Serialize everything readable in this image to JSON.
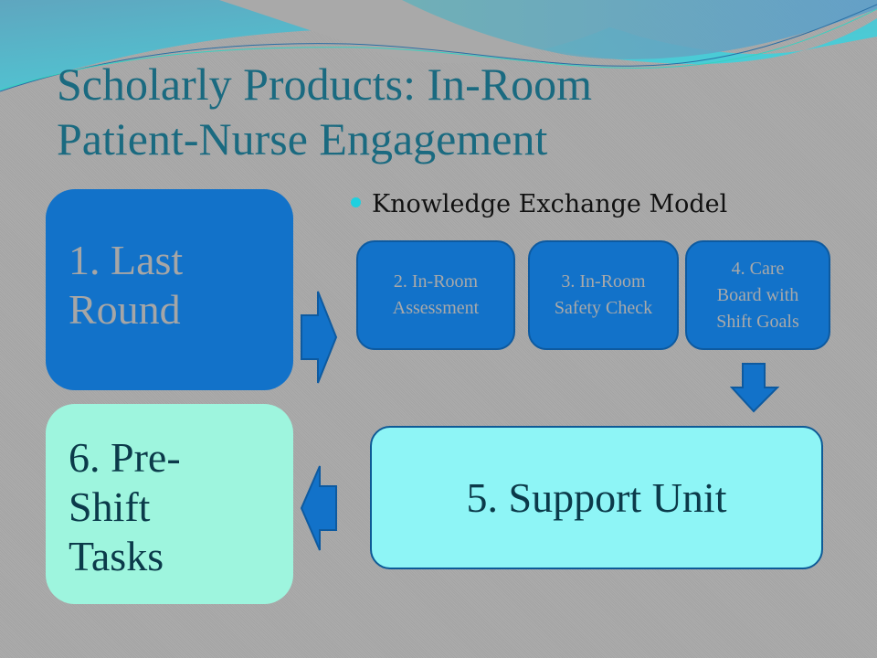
{
  "slide": {
    "title_lines": [
      "Scholarly Products: In-Room",
      "Patient-Nurse Engagement"
    ],
    "bullet": "Knowledge Exchange Model",
    "colors": {
      "background": "#a9a9a9",
      "title": "#1a6a80",
      "primary_box": "#1272c9",
      "support_box": "#8ef5f6",
      "preshift_box": "#9ef5de",
      "bullet_dot": "#1fd0df"
    }
  },
  "diagram": {
    "steps": [
      {
        "id": 1,
        "lines": [
          "1. Last",
          "Round"
        ]
      },
      {
        "id": 2,
        "lines": [
          "2. In-Room",
          "Assessment"
        ]
      },
      {
        "id": 3,
        "lines": [
          "3. In-Room",
          "Safety Check"
        ]
      },
      {
        "id": 4,
        "lines": [
          "4. Care",
          "Board with",
          "Shift Goals"
        ]
      },
      {
        "id": 5,
        "lines": [
          "5. Support Unit"
        ]
      },
      {
        "id": 6,
        "lines": [
          "6. Pre-",
          "Shift",
          "Tasks"
        ]
      }
    ],
    "arrows": [
      {
        "from": 1,
        "to": 2,
        "direction": "right"
      },
      {
        "from": 4,
        "to": 5,
        "direction": "down"
      },
      {
        "from": 5,
        "to": 6,
        "direction": "left"
      }
    ]
  }
}
